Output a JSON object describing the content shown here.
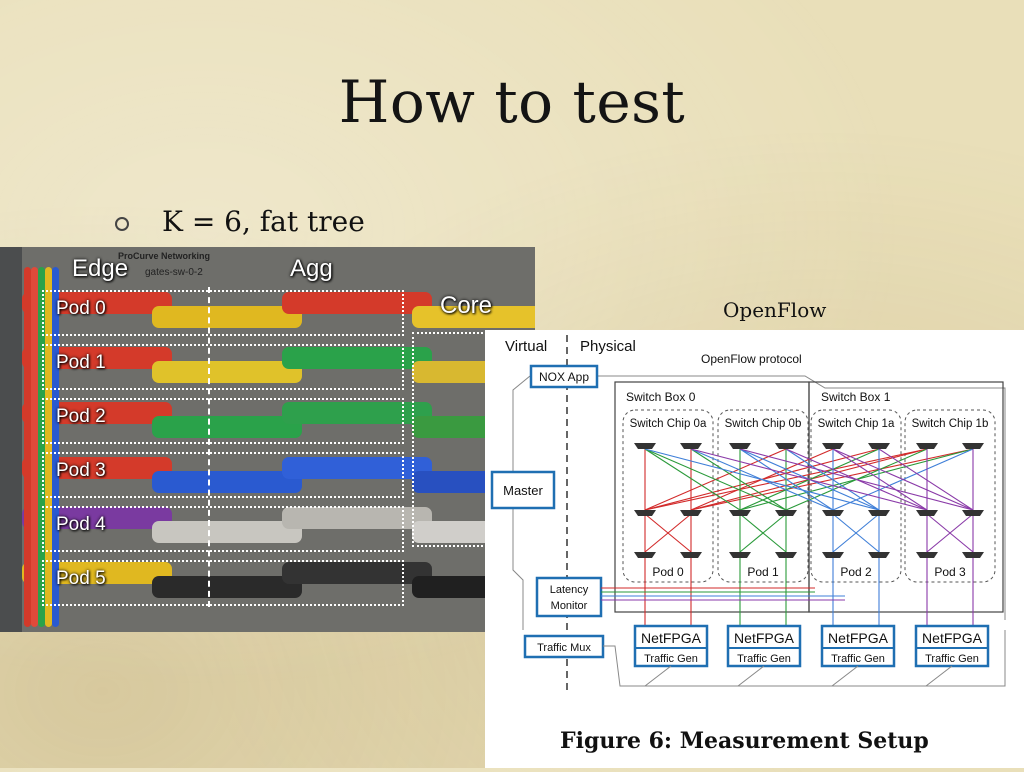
{
  "slide": {
    "title": "How to test",
    "bullet": "K = 6, fat tree",
    "openflow_label": "OpenFlow"
  },
  "photo": {
    "header_edge": "Edge",
    "header_agg": "Agg",
    "header_core": "Core",
    "pods": [
      "Pod 0",
      "Pod 1",
      "Pod 2",
      "Pod 3",
      "Pod 4",
      "Pod 5"
    ],
    "device_brand": "ProCurve Networking",
    "device_name": "gates-sw-0-2"
  },
  "figure": {
    "virtual": "Virtual",
    "physical": "Physical",
    "openflow_protocol": "OpenFlow protocol",
    "nox_app": "NOX App",
    "master": "Master",
    "latency_monitor": [
      "Latency",
      "Monitor"
    ],
    "traffic_mux": "Traffic Mux",
    "switch_boxes": [
      "Switch Box 0",
      "Switch Box 1"
    ],
    "switch_chips": [
      "Switch Chip 0a",
      "Switch Chip 0b",
      "Switch Chip 1a",
      "Switch Chip 1b"
    ],
    "pods": [
      "Pod 0",
      "Pod 1",
      "Pod 2",
      "Pod 3"
    ],
    "netfpga": "NetFPGA",
    "traffic_gen": "Traffic Gen",
    "caption": "Figure 6:  Measurement Setup"
  },
  "colors": {
    "box_blue": "#1f6fb2",
    "pod0": "#d22a2a",
    "pod1": "#2a9a3a",
    "pod2": "#3f7fd8",
    "pod3": "#8a3aa8"
  }
}
